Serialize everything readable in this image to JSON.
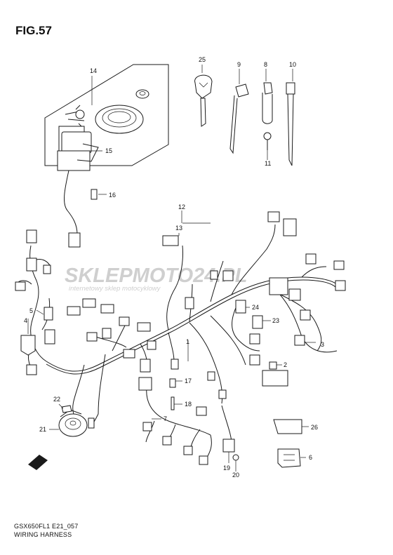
{
  "figure": {
    "title": "FIG.57"
  },
  "footer": {
    "code": "GSX650FL1 E21_057",
    "name": "WIRING HARNESS"
  },
  "watermark": {
    "brand": "SKLEPMOTO24.PL",
    "tagline": "internetowy sklep motocyklowy"
  },
  "colors": {
    "line": "#1a1a1a",
    "watermark_gray": "#c9c9c9",
    "watermark_red": "#e8a8a8"
  },
  "callouts": [
    "1",
    "2",
    "3",
    "4",
    "5",
    "6",
    "7",
    "8",
    "9",
    "10",
    "11",
    "12",
    "13",
    "14",
    "15",
    "16",
    "17",
    "18",
    "19",
    "20",
    "21",
    "22",
    "23",
    "24",
    "25",
    "26"
  ]
}
